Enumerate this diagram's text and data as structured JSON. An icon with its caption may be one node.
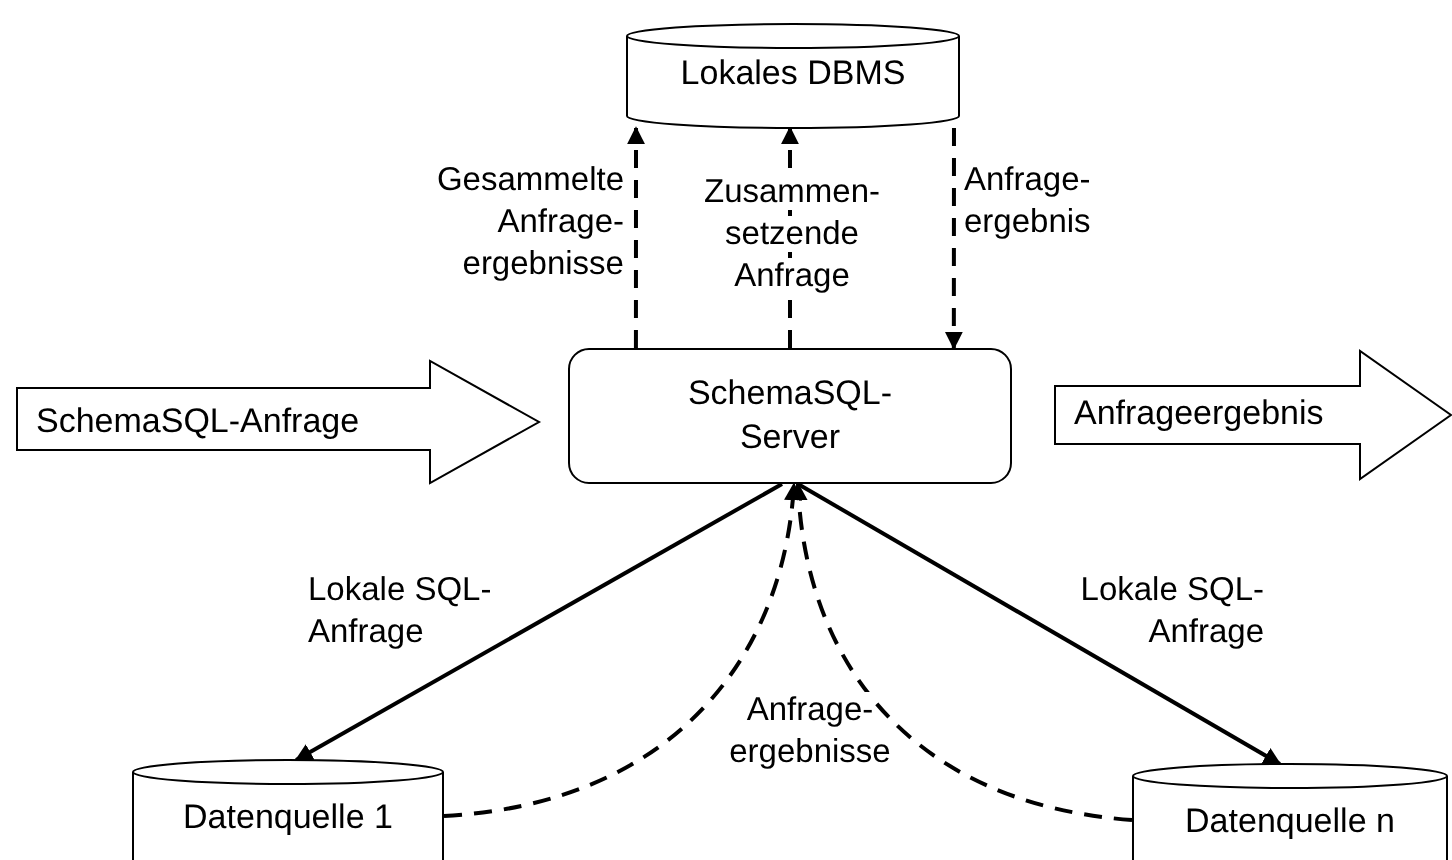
{
  "diagram": {
    "nodes": [
      {
        "text": [
          "Lokales DBMS"
        ]
      },
      {
        "text": [
          "SchemaSQL-Anfrage"
        ]
      },
      {
        "text": [
          "SchemaSQL- Server"
        ]
      },
      {
        "text": [
          "Anfrageergebnis"
        ]
      },
      {
        "text": [
          "Datenquelle 1"
        ]
      },
      {
        "text": [
          "Datenquelle n"
        ]
      }
    ],
    "edges": [
      {
        "from": 2,
        "to": 0,
        "arrow": "to",
        "style": "dashed",
        "label": "Gesammelte Anfrage- ergebnisse"
      },
      {
        "from": 2,
        "to": 0,
        "arrow": "to",
        "style": "dashed",
        "label": "Zusammen- setzende Anfrage"
      },
      {
        "from": 0,
        "to": 2,
        "arrow": "to",
        "style": "dashed",
        "label": "Anfrage- ergebnis"
      },
      {
        "from": 2,
        "to": 4,
        "arrow": "to",
        "label": "Lokale SQL- Anfrage"
      },
      {
        "from": 2,
        "to": 5,
        "arrow": "to",
        "label": "Lokale SQL- Anfrage"
      },
      {
        "from": 4,
        "to": 2,
        "arrow": "to",
        "style": "dashed",
        "label": "Anfrage- ergebnisse"
      },
      {
        "from": 5,
        "to": 2,
        "arrow": "to",
        "style": "dashed"
      }
    ]
  }
}
